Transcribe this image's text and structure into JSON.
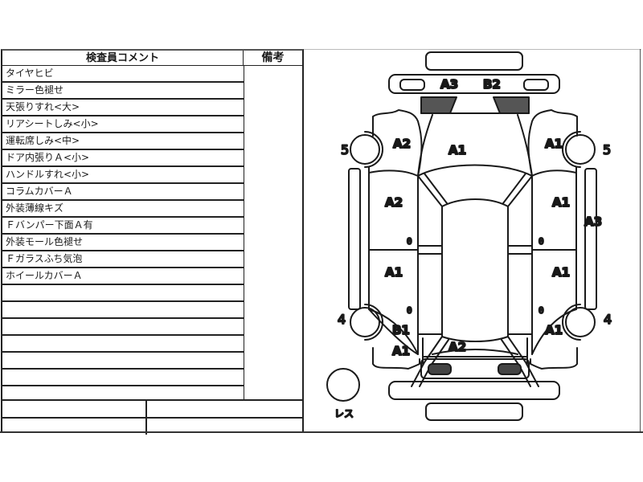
{
  "table": {
    "header_comment": "検査員コメント",
    "header_remarks": "備考",
    "comments": [
      "タイヤヒビ",
      "ミラー色褪せ",
      "天張りすれ<大>",
      "リアシートしみ<小>",
      "運転席しみ<中>",
      "ドア内張りＡ<小>",
      "ハンドルすれ<小>",
      "コラムカバーＡ",
      "外装薄線キズ",
      "Ｆバンパー下面Ａ有",
      "外装モール色褪せ",
      "Ｆガラスふち気泡",
      "ホイールカバーＡ",
      "",
      "",
      "",
      "",
      "",
      "",
      ""
    ],
    "remarks": ""
  },
  "diagram": {
    "labels": {
      "rear_bumper": "A3",
      "rear_bumper_2": "B2",
      "trunk": "A1",
      "left_rear_fender": "A2",
      "right_rear_fender": "A1",
      "left_rear_door": "A2",
      "right_rear_door": "A1",
      "right_side_sill": "A3",
      "left_front_door": "A1",
      "right_front_door": "A1",
      "left_front_fender_upper": "B1",
      "left_front_fender_lower": "A1",
      "right_front_fender": "A1",
      "hood": "A2"
    },
    "tire_marks": {
      "rear_left": "5",
      "rear_right": "5",
      "front_left": "4",
      "front_right": "4"
    },
    "door_marks": [
      "0",
      "0",
      "0",
      "0"
    ],
    "spare_tire_label": "レス"
  }
}
